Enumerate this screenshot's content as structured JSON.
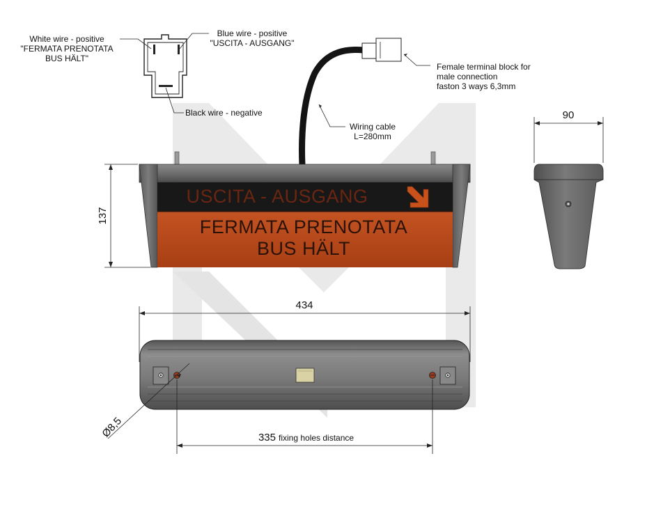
{
  "callouts": {
    "white_wire": [
      "White wire - positive",
      "\"FERMATA PRENOTATA",
      "BUS HÄLT\""
    ],
    "blue_wire": [
      "Blue wire - positive",
      "\"USCITA - AUSGANG\""
    ],
    "black_wire": "Black wire - negative",
    "terminal_block": [
      "Female terminal block for",
      "male connection",
      "faston 3 ways 6,3mm"
    ],
    "wiring_cable": [
      "Wiring cable",
      "L=280mm"
    ]
  },
  "sign": {
    "top_text": "USCITA - AUSGANG",
    "bottom_line1": "FERMATA PRENOTATA",
    "bottom_line2": "BUS HÄLT",
    "arrow_icon": "arrow-down-right-icon"
  },
  "dimensions": {
    "height": "137",
    "depth": "90",
    "length": "434",
    "hole_diameter": "Ø8,5",
    "holes_distance_value": "335",
    "holes_distance_caption": "fixing holes distance"
  },
  "colors": {
    "housing": "#6b6b6b",
    "housing_dark": "#3f3f3f",
    "panel_top": "#1a1a1a",
    "panel_bottom": "#b8481a",
    "watermark": "#dcdcdc"
  }
}
